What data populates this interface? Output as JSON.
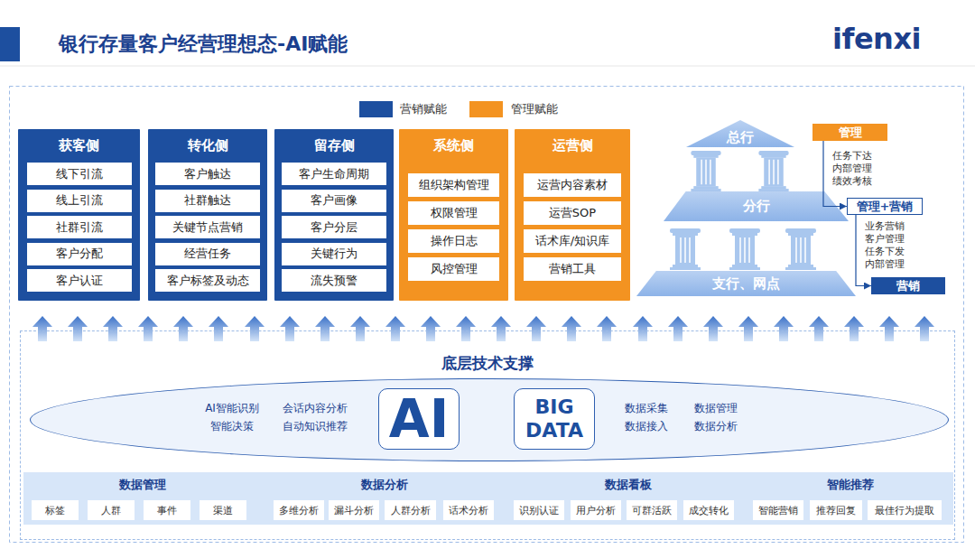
{
  "diagram": {
    "title": "银行存量客户经营理想态-AI赋能",
    "nodes": [
      {
        "text": [
          "获客侧"
        ]
      },
      {
        "text": [
          "线下引流"
        ],
        "in": 0
      },
      {
        "text": [
          "线上引流"
        ],
        "in": 0
      },
      {
        "text": [
          "社群引流"
        ],
        "in": 0
      },
      {
        "text": [
          "客户分配"
        ],
        "in": 0
      },
      {
        "text": [
          "客户认证"
        ],
        "in": 0
      },
      {
        "text": [
          "转化侧"
        ]
      },
      {
        "text": [
          "客户触达"
        ],
        "in": 6
      },
      {
        "text": [
          "社群触达"
        ],
        "in": 6
      },
      {
        "text": [
          "关键节点营销"
        ],
        "in": 6
      },
      {
        "text": [
          "经营任务"
        ],
        "in": 6
      },
      {
        "text": [
          "客户标签及动态"
        ],
        "in": 6
      },
      {
        "text": [
          "留存侧"
        ]
      },
      {
        "text": [
          "客户生命周期"
        ],
        "in": 12
      },
      {
        "text": [
          "客户画像"
        ],
        "in": 12
      },
      {
        "text": [
          "客户分层"
        ],
        "in": 12
      },
      {
        "text": [
          "关键行为"
        ],
        "in": 12
      },
      {
        "text": [
          "流失预警"
        ],
        "in": 12
      },
      {
        "text": [
          "系统侧"
        ]
      },
      {
        "text": [
          "组织架构管理"
        ],
        "in": 18
      },
      {
        "text": [
          "权限管理"
        ],
        "in": 18
      },
      {
        "text": [
          "操作日志"
        ],
        "in": 18
      },
      {
        "text": [
          "风控管理"
        ],
        "in": 18
      },
      {
        "text": [
          "运营侧"
        ]
      },
      {
        "text": [
          "运营内容素材"
        ],
        "in": 23
      },
      {
        "text": [
          "运营SOP"
        ],
        "in": 23
      },
      {
        "text": [
          "话术库/知识库"
        ],
        "in": 23
      },
      {
        "text": [
          "营销工具"
        ],
        "in": 23
      },
      {
        "text": [
          "总行"
        ]
      },
      {
        "text": [
          "分行"
        ]
      },
      {
        "text": [
          "支行、网点"
        ]
      },
      {
        "text": [
          "管理"
        ]
      },
      {
        "text": [
          "管理+营销"
        ]
      },
      {
        "text": [
          "营销"
        ]
      },
      {
        "text": [
          "底层技术支撑"
        ]
      },
      {
        "text": [
          "AI智能识别",
          "会话内容分析",
          "智能决策",
          "自动知识推荐",
          "数据采集",
          "数据管理",
          "数据接入",
          "数据分析"
        ],
        "in": 34
      },
      {
        "text": [
          "AI"
        ],
        "in": 35
      },
      {
        "text": [
          "BIG DATA"
        ],
        "in": 35
      },
      {
        "text": [
          "数据管理"
        ],
        "in": 34
      },
      {
        "text": [
          "标签"
        ],
        "in": 38
      },
      {
        "text": [
          "人群"
        ],
        "in": 38
      },
      {
        "text": [
          "事件"
        ],
        "in": 38
      },
      {
        "text": [
          "渠道"
        ],
        "in": 38
      },
      {
        "text": [
          "数据分析"
        ],
        "in": 34
      },
      {
        "text": [
          "多维分析"
        ],
        "in": 43
      },
      {
        "text": [
          "漏斗分析"
        ],
        "in": 43
      },
      {
        "text": [
          "人群分析"
        ],
        "in": 43
      },
      {
        "text": [
          "话术分析"
        ],
        "in": 43
      },
      {
        "text": [
          "数据看板"
        ],
        "in": 34
      },
      {
        "text": [
          "识别认证"
        ],
        "in": 48
      },
      {
        "text": [
          "用户分析"
        ],
        "in": 48
      },
      {
        "text": [
          "可群活跃"
        ],
        "in": 48
      },
      {
        "text": [
          "成交转化"
        ],
        "in": 48
      },
      {
        "text": [
          "智能推荐"
        ],
        "in": 34
      },
      {
        "text": [
          "智能营销"
        ],
        "in": 53
      },
      {
        "text": [
          "推荐回复"
        ],
        "in": 53
      },
      {
        "text": [
          "最佳行为提取"
        ],
        "in": 53
      }
    ],
    "edges": [
      {
        "from": 31,
        "to": 32,
        "arrow": "to",
        "label": "任务下达 内部管理 绩效考核"
      },
      {
        "from": 32,
        "to": 33,
        "arrow": "to",
        "label": "业务营销 客户管理 任务下发 内部管理"
      }
    ],
    "labels": [
      "ifenxi",
      "+"
    ],
    "legend": [
      {
        "text": "营销赋能",
        "color": "#1d4f9f"
      },
      {
        "text": "管理赋能",
        "color": "#f39321"
      }
    ]
  }
}
